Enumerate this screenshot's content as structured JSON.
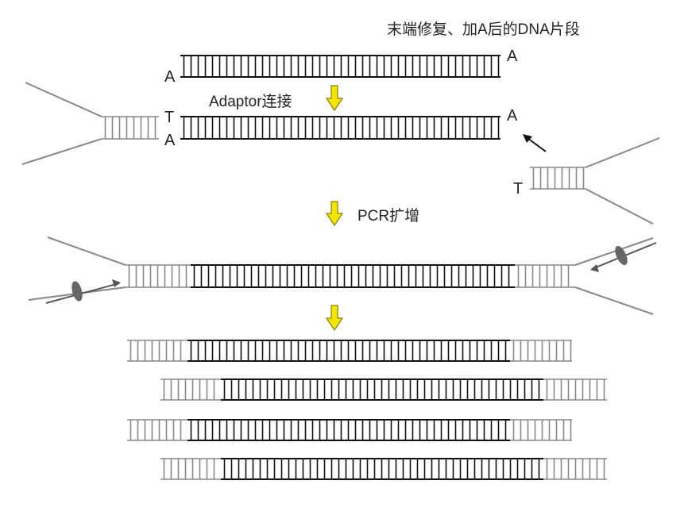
{
  "labels": {
    "top_caption": "末端修复、加A后的DNA片段",
    "ligation_step": "Adaptor连接",
    "pcr_step": "PCR扩增"
  },
  "bases": {
    "fragment_overhang_top": "A",
    "fragment_overhang_bottom": "A",
    "adaptor_left_overhang": "T",
    "fragment_left_bottom": "A",
    "fragment_right_top": "A",
    "adaptor_right_overhang": "T"
  },
  "colors": {
    "dna_strand": "#111111",
    "adaptor_strand": "#888888",
    "arrow_fill": "#f2e600",
    "arrow_stroke": "#8a7d00",
    "text": "#222222",
    "primer": "#555555"
  },
  "icons": {
    "step_arrow": "down-arrow-icon",
    "approach_arrow": "diagonal-arrow-icon",
    "primer": "primer-icon"
  }
}
